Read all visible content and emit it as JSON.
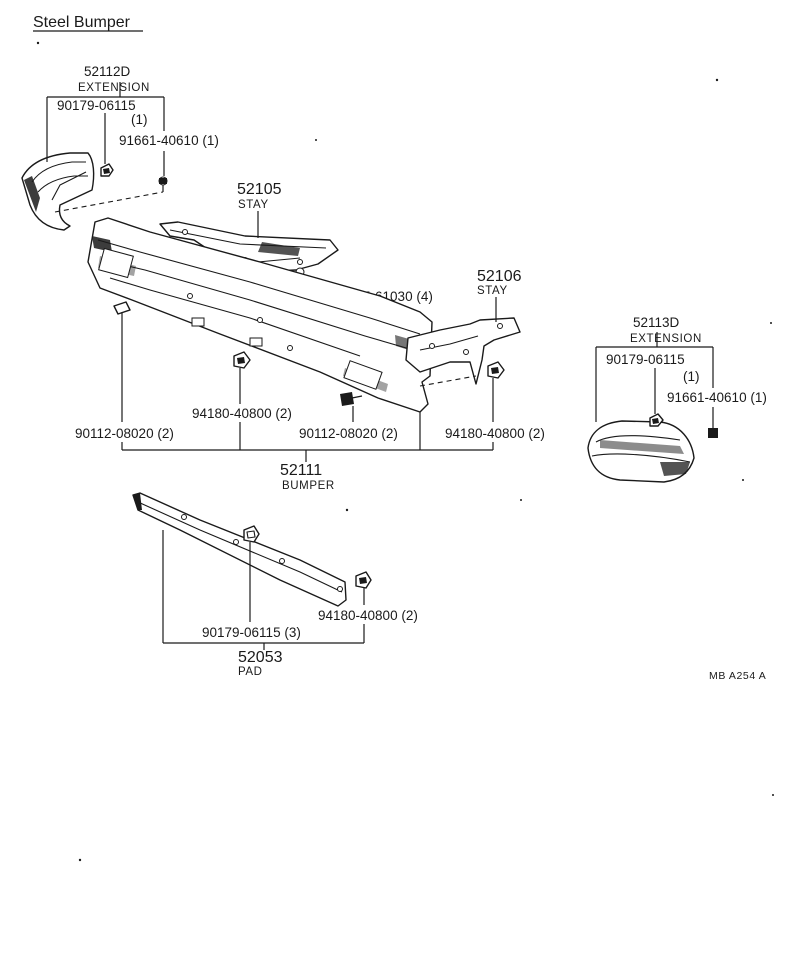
{
  "title": "Steel Bumper",
  "footer_code": "MB  A254 A",
  "labels": {
    "ext_left_part": "52112D",
    "ext_left_name": "EXTENSION",
    "ext_left_clip": "90179-06115",
    "ext_left_clip_qty": "(1)",
    "ext_left_screw": "91661-40610 (1)",
    "stay_left_part": "52105",
    "stay_left_name": "STAY",
    "stay_bolt": "91655-61030 (4)",
    "stay_right_part": "52106",
    "stay_right_name": "STAY",
    "ext_right_part": "52113D",
    "ext_right_name": "EXTENSION",
    "ext_right_clip": "90179-06115",
    "ext_right_clip_qty": "(1)",
    "ext_right_screw": "91661-40610 (1)",
    "bolt_left": "90112-08020 (2)",
    "nut_center": "94180-40800 (2)",
    "bolt_center": "90112-08020 (2)",
    "nut_right": "94180-40800 (2)",
    "bumper_part": "52111",
    "bumper_name": "BUMPER",
    "pad_clip": "90179-06115 (3)",
    "pad_nut": "94180-40800 (2)",
    "pad_part": "52053",
    "pad_name": "PAD"
  }
}
